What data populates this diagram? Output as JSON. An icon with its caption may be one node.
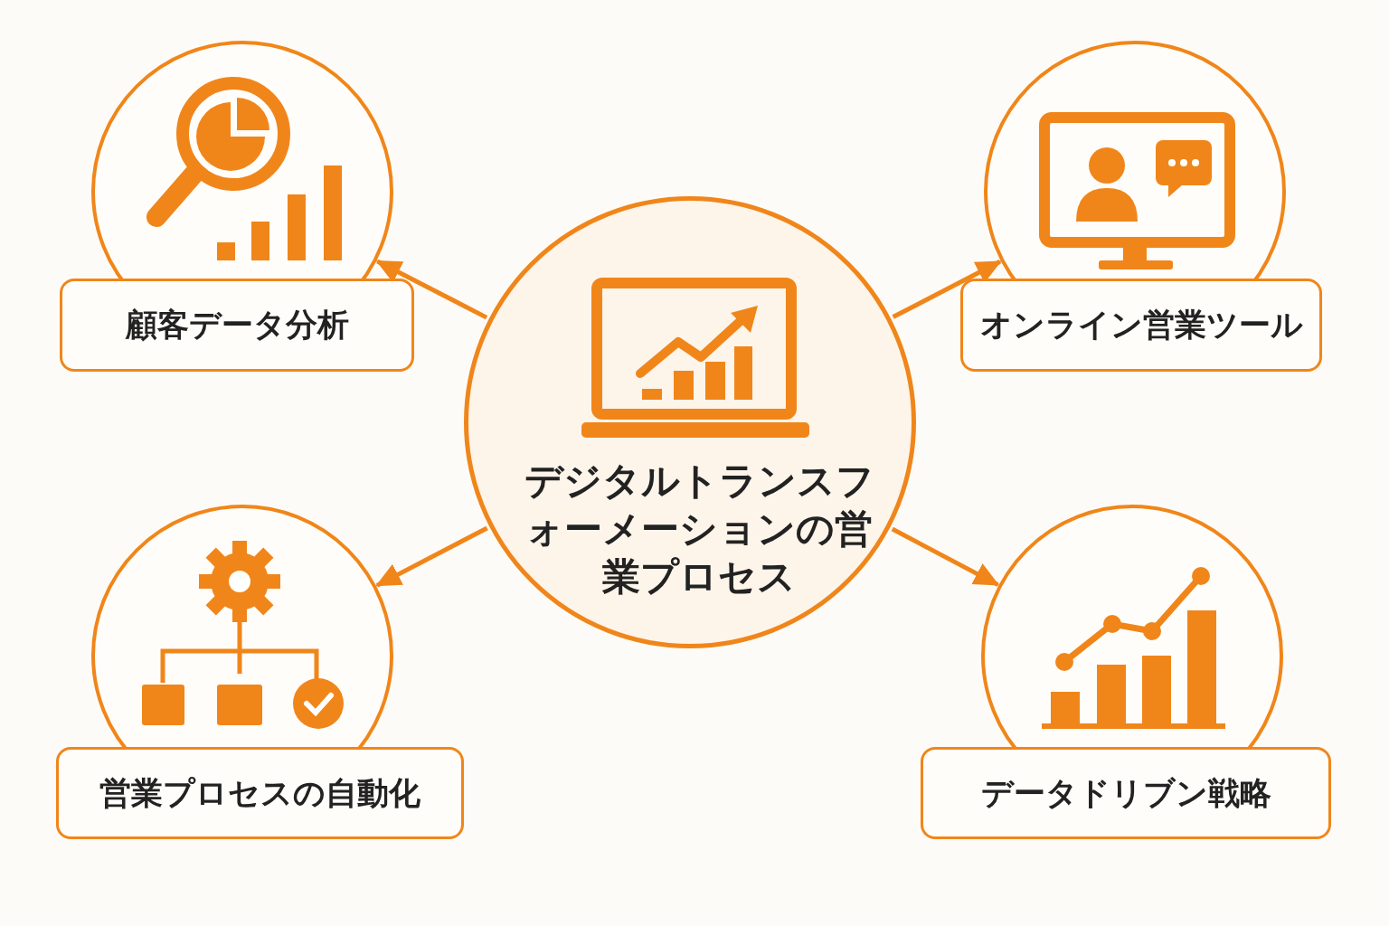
{
  "diagram": {
    "nodes": [
      {
        "text": [
          "デジタルトランスフォーメーションの営業プロセス"
        ]
      },
      {
        "text": [
          "顧客データ分析"
        ]
      },
      {
        "text": [
          "オンライン営業ツール"
        ]
      },
      {
        "text": [
          "営業プロセスの自動化"
        ]
      },
      {
        "text": [
          "データドリブン戦略"
        ]
      }
    ],
    "edges": [
      {
        "from": 0,
        "to": 1,
        "arrow": "to"
      },
      {
        "from": 0,
        "to": 2,
        "arrow": "to"
      },
      {
        "from": 0,
        "to": 3,
        "arrow": "to"
      },
      {
        "from": 0,
        "to": 4,
        "arrow": "to"
      }
    ]
  }
}
